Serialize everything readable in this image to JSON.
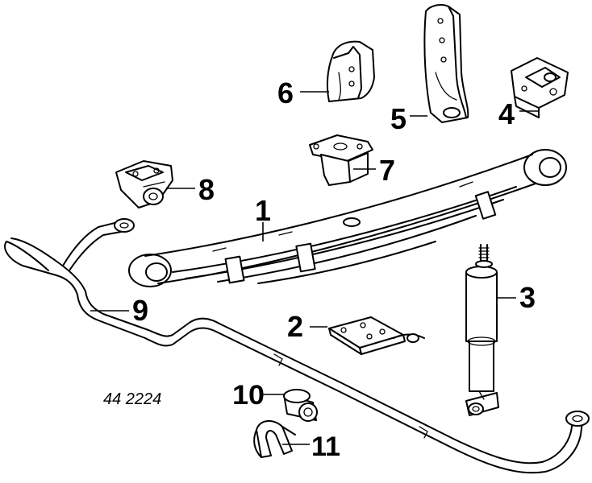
{
  "diagram": {
    "part_number": "44 2224",
    "callouts": [
      {
        "id": "1",
        "label": "1"
      },
      {
        "id": "2",
        "label": "2"
      },
      {
        "id": "3",
        "label": "3"
      },
      {
        "id": "4",
        "label": "4"
      },
      {
        "id": "5",
        "label": "5"
      },
      {
        "id": "6",
        "label": "6"
      },
      {
        "id": "7",
        "label": "7"
      },
      {
        "id": "8",
        "label": "8"
      },
      {
        "id": "9",
        "label": "9"
      },
      {
        "id": "10",
        "label": "10"
      },
      {
        "id": "11",
        "label": "11"
      }
    ]
  }
}
